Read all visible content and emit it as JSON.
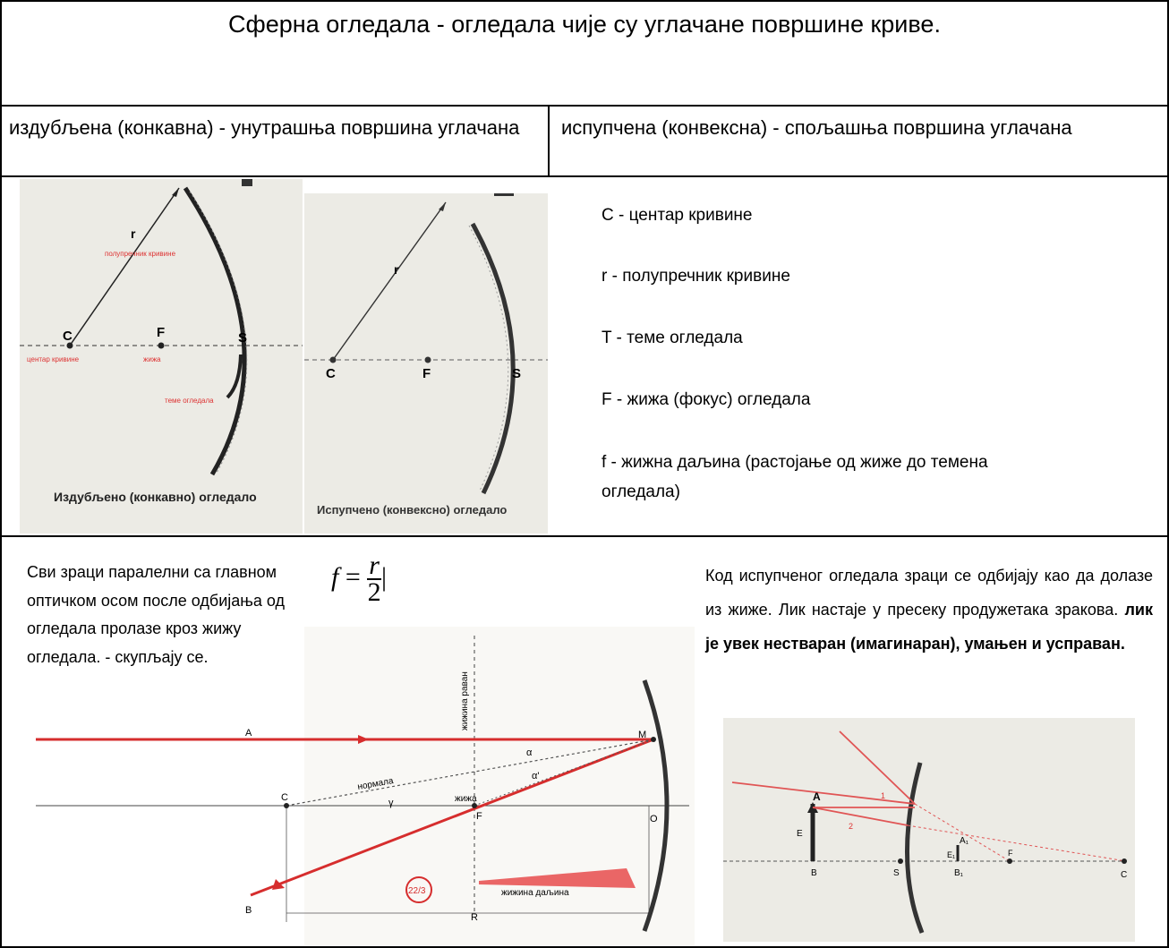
{
  "title": "Сферна огледала - огледала чије су углачане површине криве.",
  "headers": {
    "concave": "издубљена (конкавна) - унутрашња површина углачана",
    "convex": "испупчена (конвексна) - спољашња површина углачана"
  },
  "figure_concave": {
    "r": "r",
    "radius_label": "полупречник кривине",
    "C": "C",
    "C_label": "центар кривине",
    "F": "F",
    "F_label": "жижа",
    "S": "S",
    "S_label": "теме огледала",
    "caption": "Издубљено (конкавно) огледало"
  },
  "figure_convex": {
    "r": "r",
    "C": "C",
    "F": "F",
    "S": "S",
    "caption": "Испупчено (конвексно) огледало"
  },
  "definitions": [
    "C - центар кривине",
    "r - полупречник кривине",
    "T - теме огледала",
    "F - жижа (фокус) огледала",
    "f - жижна даљина (растојање од жиже до темена",
    "огледала)"
  ],
  "concave_text": "Сви зраци паралелни са главном оптичком осом после одбијања од огледала пролазе кроз жижу огледала. - скупљају се.",
  "formula": {
    "f": "f",
    "num": "r",
    "den": "2"
  },
  "convex_text": "Код испупченог огледала зраци се одбијају као да долазе из жиже. Лик настаје у пресеку продужетака зракова.",
  "convex_text_bold": "лик је увек нестваран (имагинаран), умањен и усправан.",
  "ray_diagram": {
    "A": "A",
    "B": "B",
    "C": "C",
    "F": "F",
    "M": "M",
    "O": "O",
    "R": "R",
    "alpha": "α",
    "alpha2": "α'",
    "gamma": "γ",
    "normal": "нормала",
    "focal_plane": "жижина раван",
    "focus": "жижа",
    "focal_length": "жижина даљина",
    "badge": "22/3"
  },
  "image_diagram": {
    "A": "A",
    "B": "B",
    "E": "E",
    "A1": "A₁",
    "B1": "B₁",
    "E1": "E₁",
    "S": "S",
    "F": "F",
    "C": "C",
    "ray1": "1",
    "ray2": "2"
  }
}
